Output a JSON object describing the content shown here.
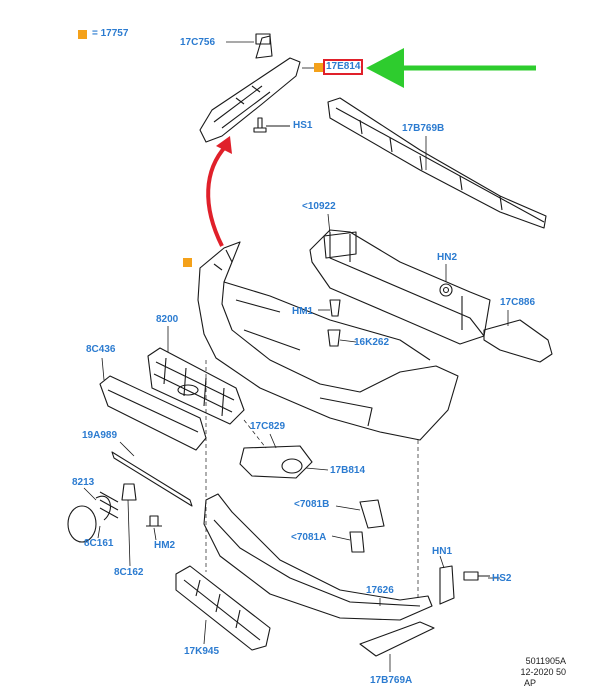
{
  "legend": {
    "text": "= 17757",
    "color": "#f4a11a"
  },
  "labels": {
    "l_17C756": "17C756",
    "l_17E814": "17E814",
    "l_HS1": "HS1",
    "l_17B769B": "17B769B",
    "l_10922": "<10922",
    "l_HN2": "HN2",
    "l_17C886": "17C886",
    "l_HM1": "HM1",
    "l_16K262": "16K262",
    "l_8200": "8200",
    "l_8C436": "8C436",
    "l_17C829": "17C829",
    "l_19A989": "19A989",
    "l_17B814": "17B814",
    "l_7081B": "<7081B",
    "l_7081A": "<7081A",
    "l_8213": "8213",
    "l_8C161": "8C161",
    "l_HM2": "HM2",
    "l_8C162": "8C162",
    "l_HN1": "HN1",
    "l_HS2": "HS2",
    "l_17626": "17626",
    "l_17K945": "17K945",
    "l_17B769A": "17B769A"
  },
  "footer": {
    "line1": "5011905A",
    "line2": "12-2020 50",
    "line3": "AP"
  },
  "colors": {
    "label": "#2b7bd0",
    "arrow_green": "#2ecc2e",
    "arrow_red": "#e0202a",
    "highlight": "#e0202a",
    "line": "#1a1a1a"
  }
}
